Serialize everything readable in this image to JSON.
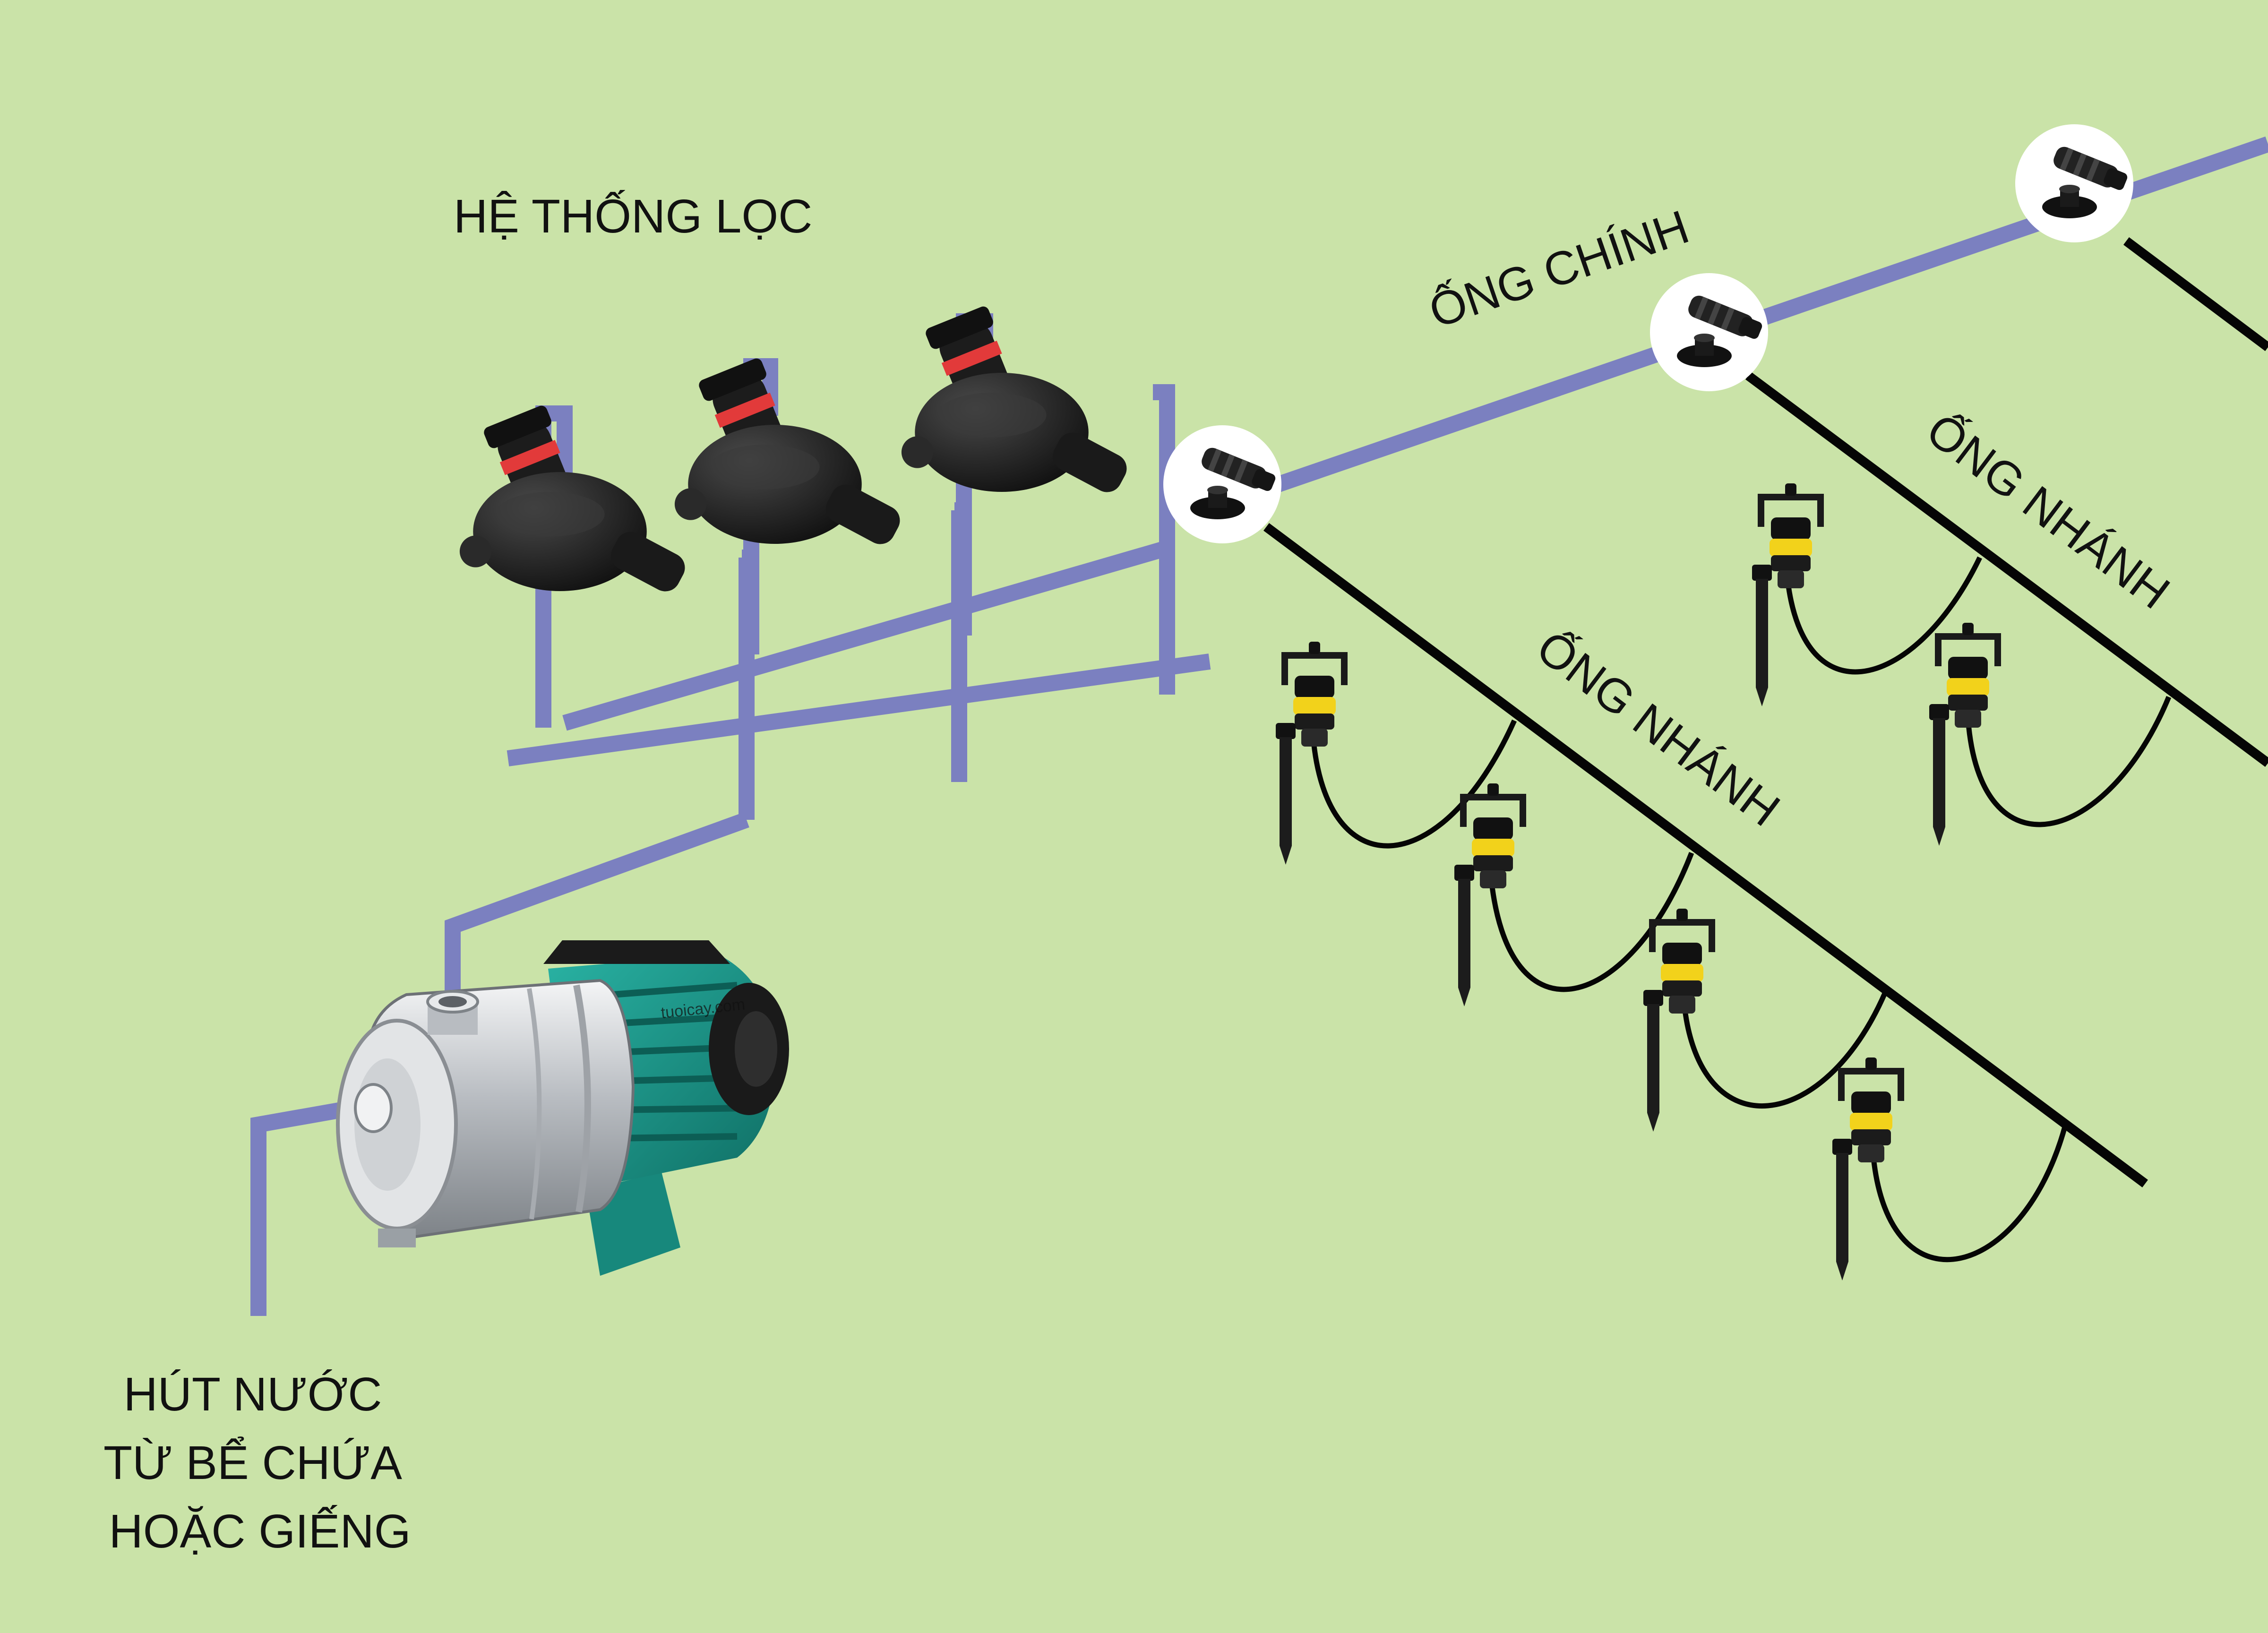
{
  "colors": {
    "background": "#cae3a8",
    "main_pipe": "#7b80c0",
    "branch_pipe": "#050505",
    "filter_body": "#1b1b1b",
    "filter_accent": "#e23a3a",
    "pump_steel": "#c9ccd0",
    "pump_motor": "#1e9c8e",
    "sprinkler_band": "#f2d21b"
  },
  "labels": {
    "filter_system": "HỆ THỐNG LỌC",
    "main_pipe": "ỐNG CHÍNH",
    "branch_pipe_1": "ỐNG NHÁNH",
    "branch_pipe_2": "ỐNG NHÁNH",
    "suction": [
      "HÚT NƯỚC",
      "TỪ BỂ CHỨA",
      "HOẶC GIẾNG"
    ]
  },
  "watermark": "tuoicay.com",
  "icons": {
    "pump": "water-pump-icon",
    "filter": "disc-filter-icon",
    "connector": "pipe-connector-icon",
    "sprinkler": "sprinkler-icon"
  }
}
